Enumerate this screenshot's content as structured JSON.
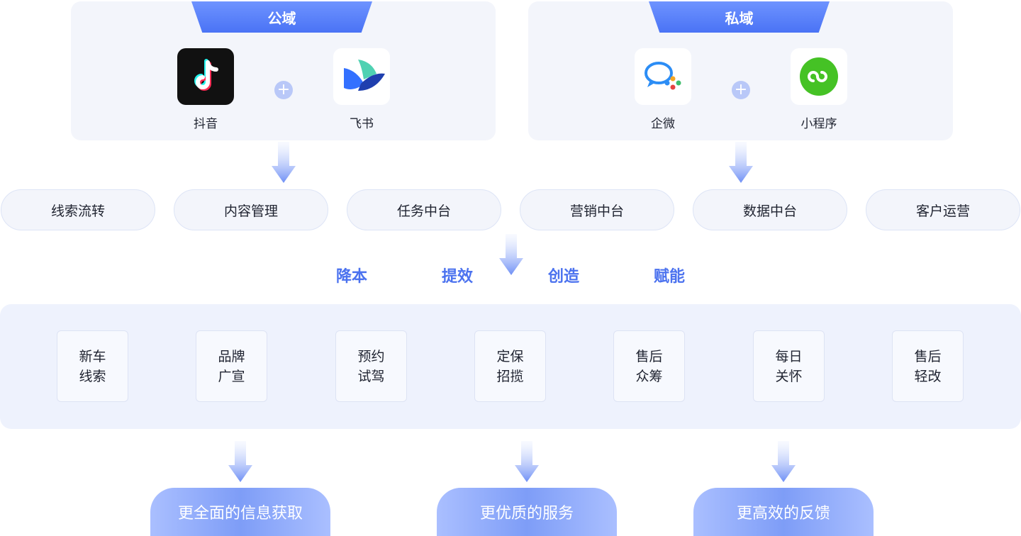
{
  "panels": {
    "public": {
      "title": "公域",
      "apps": [
        {
          "label": "抖音",
          "icon": "douyin-icon"
        },
        {
          "label": "飞书",
          "icon": "feishu-icon"
        }
      ]
    },
    "private": {
      "title": "私域",
      "apps": [
        {
          "label": "企微",
          "icon": "wecom-icon"
        },
        {
          "label": "小程序",
          "icon": "mini-program-icon"
        }
      ]
    }
  },
  "modules": [
    "线索流转",
    "内容管理",
    "任务中台",
    "营销中台",
    "数据中台",
    "客户运营"
  ],
  "keywords": [
    "降本",
    "提效",
    "创造",
    "赋能"
  ],
  "scenes": [
    [
      "新车",
      "线索"
    ],
    [
      "品牌",
      "广宣"
    ],
    [
      "预约",
      "试驾"
    ],
    [
      "定保",
      "招揽"
    ],
    [
      "售后",
      "众筹"
    ],
    [
      "每日",
      "关怀"
    ],
    [
      "售后",
      "轻改"
    ]
  ],
  "results": [
    "更全面的信息获取",
    "更优质的服务",
    "更高效的反馈"
  ],
  "colors": {
    "accent": "#4b72ef",
    "panel_bg": "#f3f5fb",
    "band_bg": "#eef2fd",
    "arrow": "#6e8ff5"
  }
}
